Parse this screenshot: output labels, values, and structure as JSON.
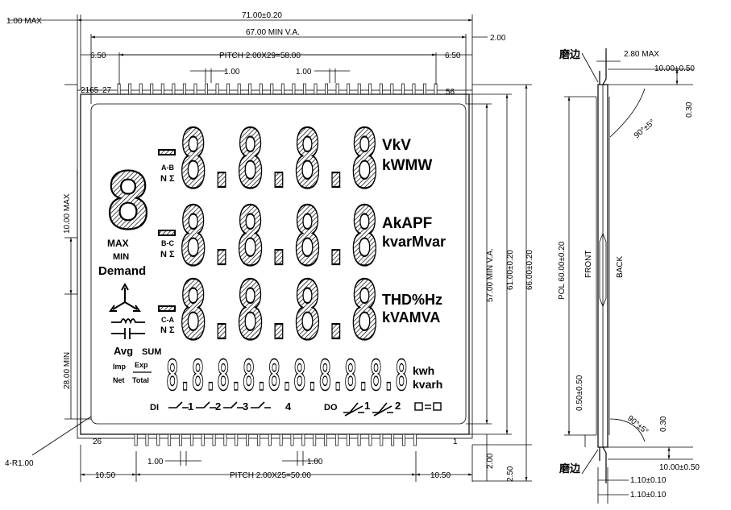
{
  "dims": {
    "max_left": "1.00 MAX",
    "overall_width": "71.00±0.20",
    "min_va_width": "67.00 MIN V.A.",
    "right_gap": "2.00",
    "top_offset_left": "6.50",
    "top_pitch": "PITCH 2.00X29=58.00",
    "top_offset_right": "6.50",
    "top_pin_pitch_a": "1.00",
    "top_pin_pitch_b": "1.00",
    "pin_label_top_left": "2165",
    "pin_27": "27",
    "pin_56": "56",
    "pin_26": "26",
    "pin_1": "1",
    "left_height_max": "10.00 MAX",
    "left_min": "28.00 MIN",
    "corner_radius": "4-R1.00",
    "va_height": "57.00 MIN V.A.",
    "glass_height": "61.00±0.20",
    "overall_height": "66.00±0.20",
    "bottom_offset_left": "10.50",
    "bottom_pin_pitch_a": "1.00",
    "bottom_pin_pitch_b": "1.00",
    "bottom_pitch": "PITCH 2.00X25=50.00",
    "bottom_offset_right": "10.50",
    "bottom_gap_a": "2.00",
    "bottom_gap_b": "2.50"
  },
  "side": {
    "edge_label_top": "磨边",
    "edge_label_bottom": "磨边",
    "thickness_max": "2.80 MAX",
    "pin_length_top": "10.00±0.50",
    "pin_length_bottom": "10.00±0.50",
    "pin_thick_top": "0.30",
    "pin_thick_bottom": "0.30",
    "angle_top": "90°±5°",
    "angle_bottom": "90°±5°",
    "pol": "POL 60.00±0.20",
    "front": "FRONT",
    "back": "BACK",
    "offset": "0.50±0.50",
    "bottom_w1": "1.10±0.10",
    "bottom_w2": "1.10±0.10"
  },
  "lcd": {
    "big_digits": "8.8.8.8",
    "side_digit": "8",
    "row1_units_a": "VkV",
    "row1_units_b": "kWMW",
    "row2_units_a": "AkAPF",
    "row2_units_b": "kvarMvar",
    "row3_units_a": "THD%Hz",
    "row3_units_b": "kVAMVA",
    "phase1": "A-B",
    "phase2": "B-C",
    "phase3": "C-A",
    "nsum": "N Σ",
    "max": "MAX",
    "min": "MIN",
    "demand": "Demand",
    "avg": "Avg",
    "sum": "SUM",
    "imp": "Imp",
    "exp": "Exp",
    "net": "Net",
    "total": "Total",
    "energy_digits": "8.8.8.8.8.8.8.8.8.8",
    "kwh": "kwh",
    "kvarh": "kvarh",
    "di": "DI",
    "di_items": [
      "1",
      "2",
      "3",
      "4"
    ],
    "do": "DO",
    "do_items": [
      "1",
      "2"
    ]
  }
}
